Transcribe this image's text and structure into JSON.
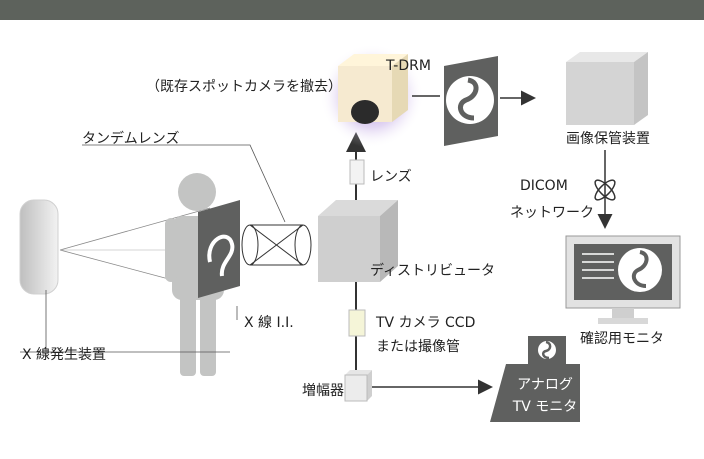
{
  "header": {
    "title": ""
  },
  "labels": {
    "tdrm": "T-DRM",
    "tdrm_note": "（既存スポットカメラを撤去）",
    "lens": "レンズ",
    "tandem_lens": "タンデムレンズ",
    "image_storage": "画像保管装置",
    "dicom": "DICOM",
    "network": "ネットワーク",
    "distributor": "ディストリビュータ",
    "xray_ii": "X 線 I.I.",
    "tv_camera": "TV カメラ CCD",
    "tube": "または撮像管",
    "xray_generator": "X 線発生装置",
    "confirm_monitor": "確認用モニタ",
    "amplifier": "増幅器",
    "analog": "アナログ",
    "tv_monitor": "TV モニタ"
  },
  "colors": {
    "header": "#5d625c",
    "glow": "#8a5fc6",
    "line": "#333333",
    "panel": "#5f605f"
  },
  "icons": [
    "x-ray-source-icon",
    "person-silhouette-icon",
    "cube-icon",
    "camera-icon",
    "storage-box-icon",
    "network-icon",
    "monitor-icon",
    "analog-tv-icon"
  ]
}
